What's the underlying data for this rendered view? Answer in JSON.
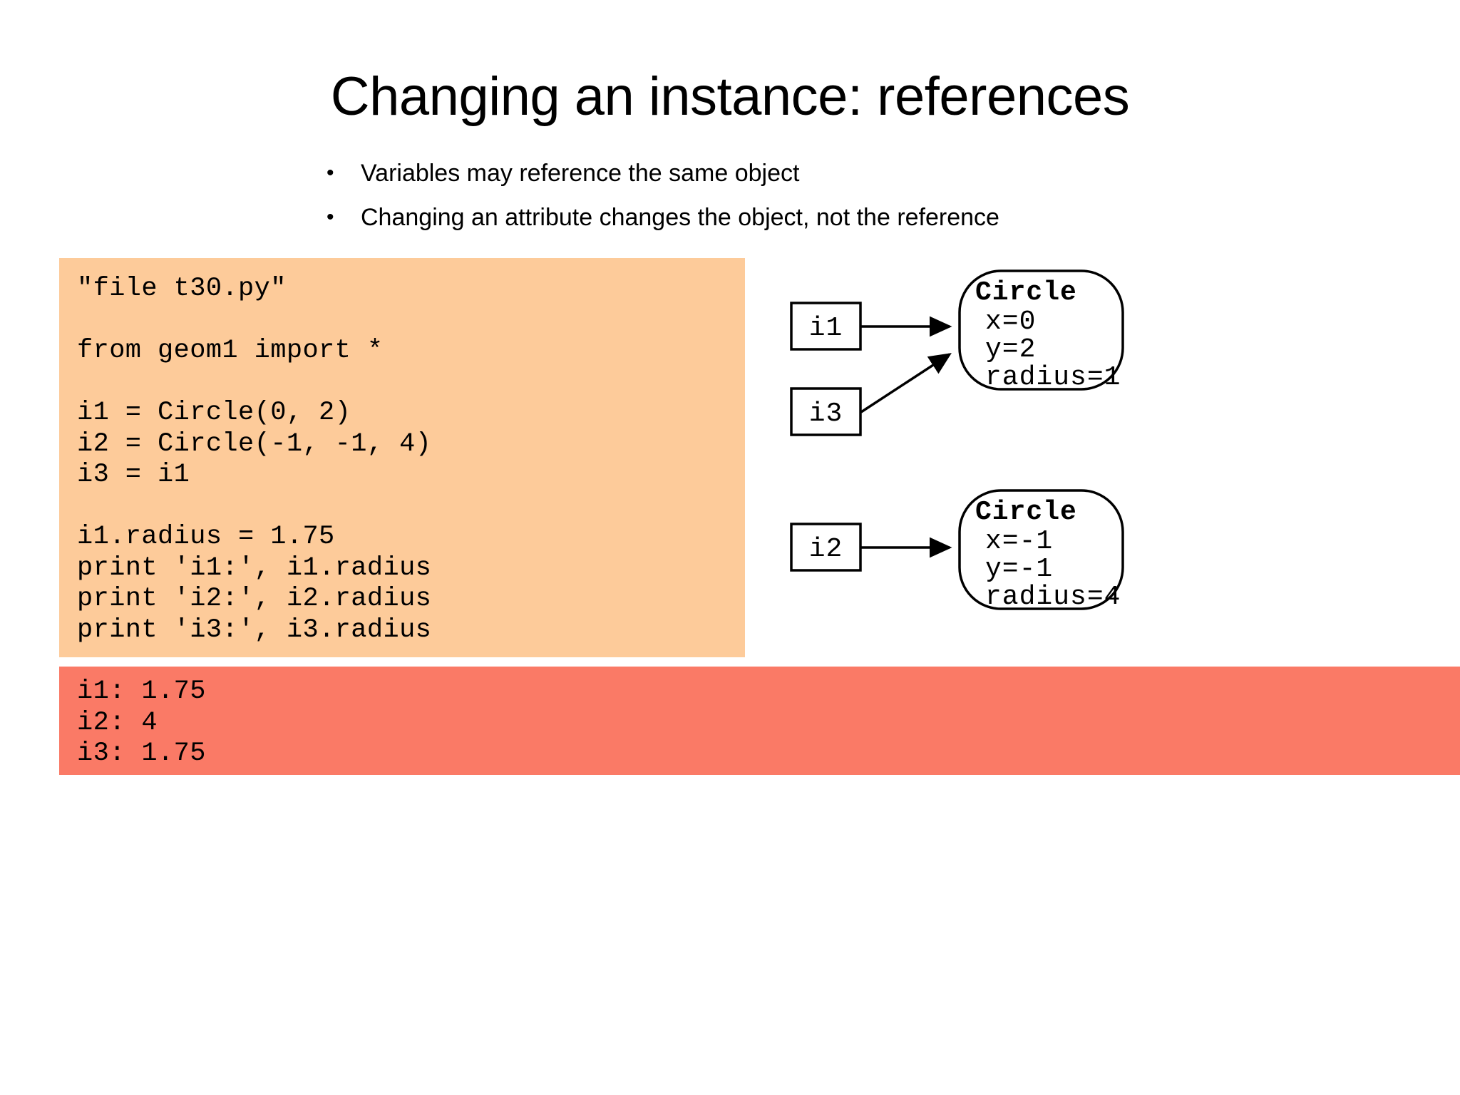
{
  "slide": {
    "title": "Changing an instance: references",
    "bullet_marker": "•",
    "bullets": [
      "Variables may reference the same object",
      "Changing an attribute changes the object, not the reference"
    ]
  },
  "code_block": {
    "background_color": "#fdcb9a",
    "lines": [
      "\"file t30.py\"",
      "",
      "from geom1 import *",
      "",
      "i1 = Circle(0, 2)",
      "i2 = Circle(-1, -1, 4)",
      "i3 = i1",
      "",
      "i1.radius = 1.75",
      "print 'i1:', i1.radius",
      "print 'i2:', i2.radius",
      "print 'i3:', i3.radius"
    ]
  },
  "output_block": {
    "background_color": "#fa7a66",
    "lines": [
      "i1: 1.75",
      "i2: 4",
      "i3: 1.75"
    ]
  },
  "diagram": {
    "variables": [
      {
        "name": "i1"
      },
      {
        "name": "i3"
      },
      {
        "name": "i2"
      }
    ],
    "objects": [
      {
        "class_name": "Circle",
        "attributes": [
          "x=0",
          "y=2",
          "radius=1"
        ]
      },
      {
        "class_name": "Circle",
        "attributes": [
          "x=-1",
          "y=-1",
          "radius=4"
        ]
      }
    ]
  }
}
